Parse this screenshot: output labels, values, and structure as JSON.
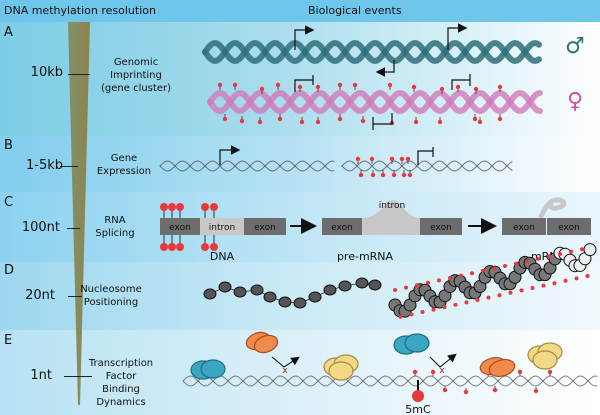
{
  "header": {
    "left_title": "DNA methylation resolution",
    "right_title": "Biological events"
  },
  "colors": {
    "header_bg": "#6ec6ea",
    "male_dna": "#2e6f7a",
    "female_dna": "#d07bb8",
    "methyl_dot": "#e8393a",
    "wedge": "#8a8a55",
    "exon": "#6d6d6d",
    "intron": "#c8c8c8",
    "tf_blue": "#3aa6c2",
    "tf_orange": "#f08a4b",
    "tf_yellow": "#f2d887"
  },
  "panels": [
    {
      "letter": "A",
      "resolution": "10kb",
      "event": [
        "Genomic",
        "Imprinting",
        "(gene cluster)"
      ],
      "symbols": {
        "male": "♂",
        "female": "♀"
      }
    },
    {
      "letter": "B",
      "resolution": "1-5kb",
      "event": [
        "Gene",
        "Expression"
      ]
    },
    {
      "letter": "C",
      "resolution": "100nt",
      "event": [
        "RNA",
        "Splicing"
      ],
      "labels": {
        "exon": "exon",
        "intron": "intron",
        "dna": "DNA",
        "pre_mrna": "pre-mRNA",
        "mrna": "mRNA"
      }
    },
    {
      "letter": "D",
      "resolution": "20nt",
      "event": [
        "Nucleosome",
        "Positioning"
      ]
    },
    {
      "letter": "E",
      "resolution": "1nt",
      "event": [
        "Transcription",
        "Factor Binding",
        "Dynamics"
      ],
      "marker_label": "5mC",
      "blocked_mark": "x"
    }
  ]
}
